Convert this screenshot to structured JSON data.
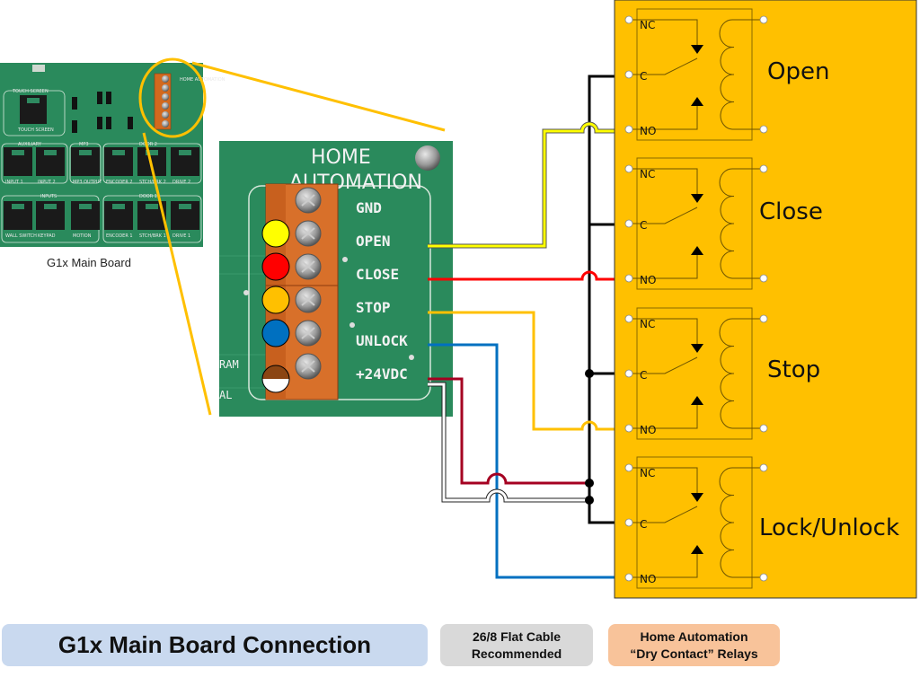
{
  "small_board": {
    "caption": "G1x Main Board",
    "sections": {
      "touch_screen": "TOUCH SCREEN",
      "auxiliary": "AUXILIARY",
      "mp3": "MP3",
      "door2": "DOOR 2",
      "inputs": "INPUTS",
      "door1": "DOOR 1",
      "home_automation": "HOME AUTOMATION"
    },
    "ports_row1": [
      "INPUT 1",
      "INPUT 2",
      "MP3 OUTPUT",
      "ENCODER 2",
      "STCH/BRK 2",
      "DRIVE 2"
    ],
    "ports_row2": [
      "WALL SWITCH",
      "KEYPAD",
      "MOTION",
      "ENCODER 1",
      "STCH/BRK 1",
      "DRIVE 1"
    ],
    "touch_port": "TOUCH SCREEN"
  },
  "terminal_block": {
    "title_line1": "HOME",
    "title_line2": "AUTOMATION",
    "side_text_1": "RAM",
    "side_text_2": "AL",
    "terminals": [
      {
        "label": "GND",
        "wire_color": null
      },
      {
        "label": "OPEN",
        "wire_color": "#ffff00"
      },
      {
        "label": "CLOSE",
        "wire_color": "#ff0000"
      },
      {
        "label": "STOP",
        "wire_color": "#ffc000"
      },
      {
        "label": "UNLOCK",
        "wire_color": "#0070c0"
      },
      {
        "label": "+24VDC",
        "wire_color": "#8b4513",
        "wire_color_secondary": "#ffffff"
      }
    ]
  },
  "wires": {
    "open": "#ffff00",
    "close": "#ff0000",
    "stop": "#ffc000",
    "unlock": "#0070c0",
    "vdc_positive": "#a50021",
    "vdc_return": "#ffffff",
    "common": "#000000",
    "callout": "#ffc000"
  },
  "relay_panel": {
    "background": "#ffc000",
    "relays": [
      {
        "name": "Open",
        "nc": "NC",
        "c": "C",
        "no": "NO"
      },
      {
        "name": "Close",
        "nc": "NC",
        "c": "C",
        "no": "NO"
      },
      {
        "name": "Stop",
        "nc": "NC",
        "c": "C",
        "no": "NO"
      },
      {
        "name": "Lock/Unlock",
        "nc": "NC",
        "c": "C",
        "no": "NO"
      }
    ]
  },
  "legend": {
    "main_board": "G1x Main Board Connection",
    "cable_line1": "26/8 Flat Cable",
    "cable_line2": "Recommended",
    "relays_line1": "Home Automation",
    "relays_line2": "“Dry Contact” Relays"
  }
}
